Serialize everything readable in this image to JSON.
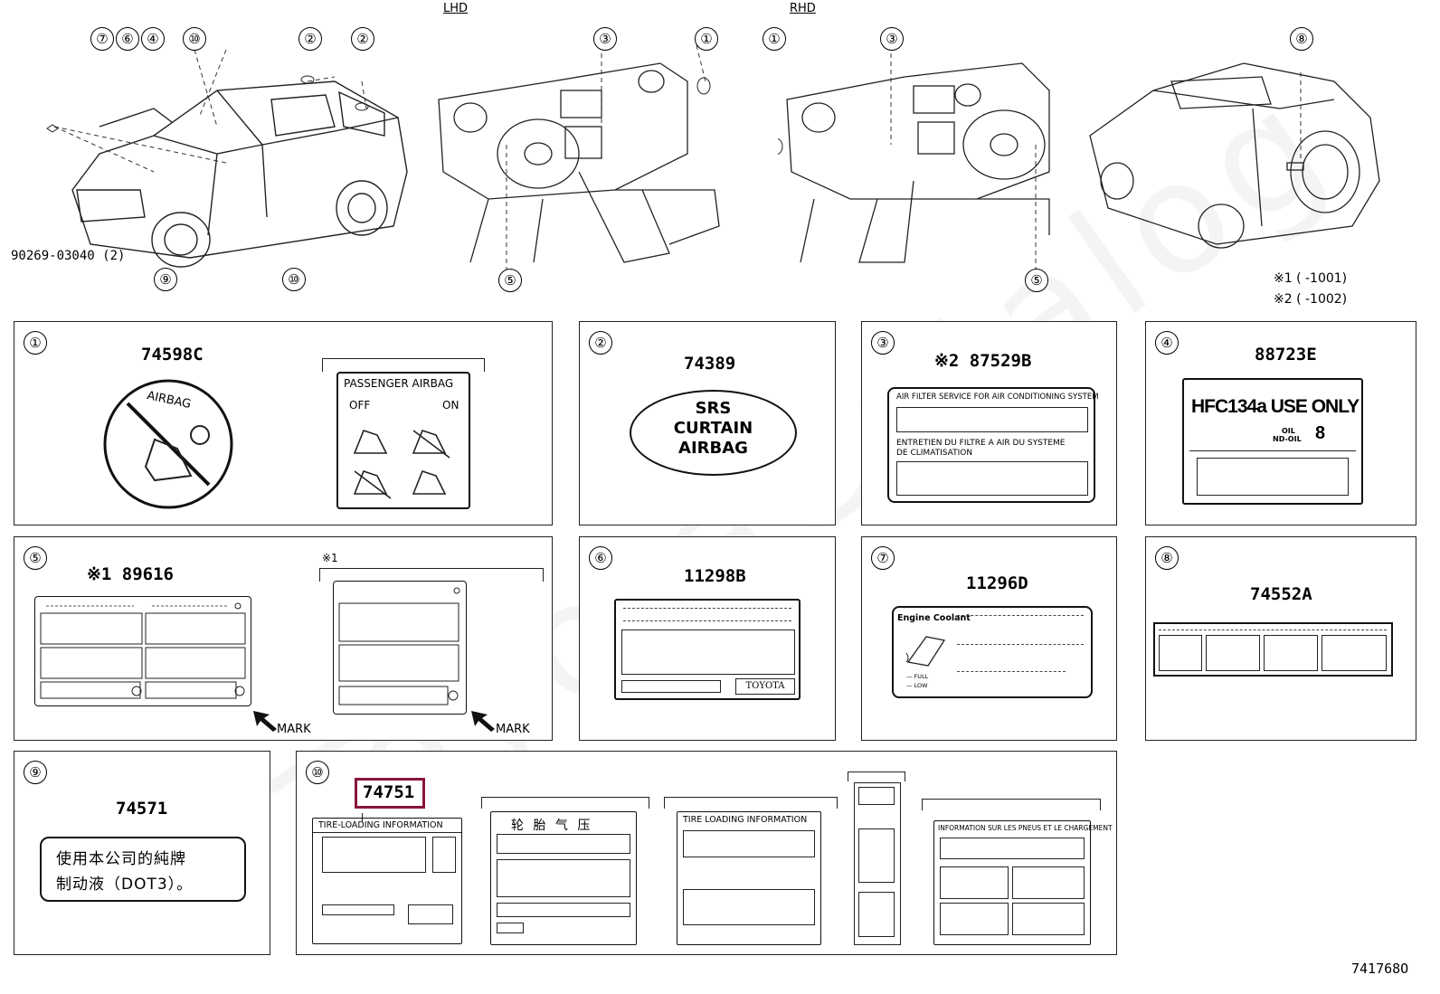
{
  "top": {
    "lhd_label": "LHD",
    "rhd_label": "RHD",
    "clip_part": "90269-03040 (2)",
    "note1": "※1 (       -1001)",
    "note2": "※2 (       -1002)",
    "callouts_car": [
      "⑦",
      "⑥",
      "④",
      "⑩",
      "②",
      "②",
      "⑨",
      "⑩"
    ],
    "callouts_lhd": [
      "③",
      "①",
      "⑤"
    ],
    "callouts_rhd": [
      "①",
      "③",
      "⑤"
    ],
    "callouts_rear": [
      "⑧"
    ]
  },
  "panels": {
    "p1": {
      "num": "①",
      "part": "74598C",
      "airbag_text": "AIRBAG",
      "pab_title": "PASSENGER AIRBAG",
      "off": "OFF",
      "on": "ON"
    },
    "p2": {
      "num": "②",
      "part": "74389",
      "line1": "SRS",
      "line2": "CURTAIN",
      "line3": "AIRBAG"
    },
    "p3": {
      "num": "③",
      "part": "※2 87529B",
      "text_en": "AIR FILTER SERVICE FOR AIR CONDITIONING SYSTEM",
      "text_fr1": "ENTRETIEN DU FILTRE A AIR DU SYSTEME",
      "text_fr2": "DE CLIMATISATION"
    },
    "p4": {
      "num": "④",
      "part": "88723E",
      "hfc": "HFC134a USE ONLY",
      "oil": "OIL",
      "nd": "ND-OIL",
      "eight": "8"
    },
    "p5": {
      "num": "⑤",
      "part": "※1 89616",
      "note": "※1",
      "mark1": "MARK",
      "mark2": "MARK"
    },
    "p6": {
      "num": "⑥",
      "part": "11298B",
      "toyota": "TOYOTA"
    },
    "p7": {
      "num": "⑦",
      "part": "11296D",
      "coolant": "Engine Coolant",
      "full": "— FULL",
      "low": "— LOW"
    },
    "p8": {
      "num": "⑧",
      "part": "74552A"
    },
    "p9": {
      "num": "⑨",
      "part": "74571",
      "cn1": "使用本公司的純牌",
      "cn2": "制动液（DOT3）。"
    },
    "p10": {
      "num": "⑩",
      "part": "74751",
      "tire_info": "TIRE-LOADING INFORMATION",
      "cn_title": "轮 胎 气 压",
      "tire_info2": "TIRE LOADING  INFORMATION",
      "fr_info": "INFORMATION SUR LES PNEUS ET LE CHARGEMENT"
    }
  },
  "footer": {
    "code": "741768O"
  },
  "colors": {
    "highlight": "#8a1538"
  }
}
